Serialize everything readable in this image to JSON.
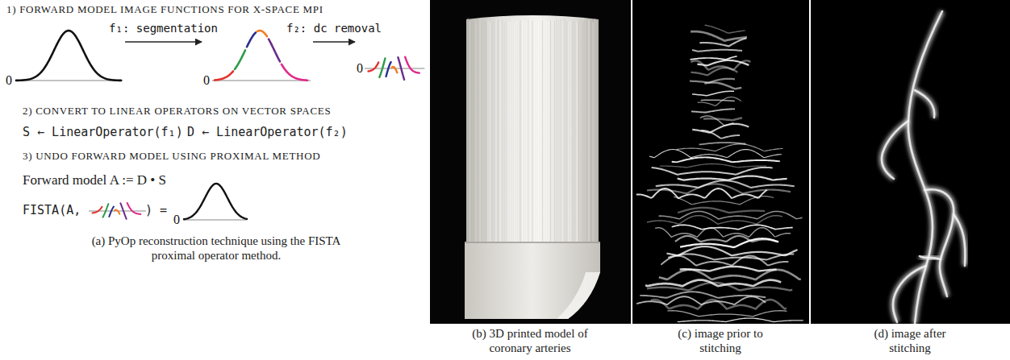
{
  "diagram": {
    "nodes": [
      {
        "text": [
          "0"
        ]
      },
      {
        "text": [
          "0"
        ]
      },
      {
        "text": [
          "0"
        ]
      }
    ],
    "edges": [
      {
        "from": 0,
        "to": 1,
        "arrow": "to",
        "label": "f₁: segmentation"
      },
      {
        "from": 1,
        "to": 2,
        "arrow": "to",
        "label": "f₂: dc removal"
      }
    ],
    "labels": [
      "1) FORWARD MODEL IMAGE FUNCTIONS FOR X-SPACE MPI",
      "2) CONVERT TO LINEAR OPERATORS ON VECTOR SPACES",
      "S ← LinearOperator(f₁)",
      "D ← LinearOperator(f₂)",
      "3) UNDO FORWARD MODEL USING PROXIMAL METHOD",
      "Forward model A := D • S",
      "FISTA(A,",
      ") =",
      "0",
      "(a) PyOp reconstruction technique using the FISTA proximal operator method.",
      "(b) 3D printed model of coronary arteries",
      "(c) image prior to stitching",
      "(d) image after stitching"
    ]
  }
}
